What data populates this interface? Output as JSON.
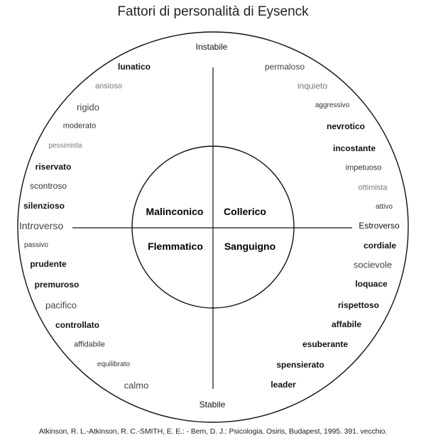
{
  "title": "Fattori di personalità di Eysenck",
  "poles": {
    "top": "Instabile",
    "bottom": "Stabile",
    "left": "Introverso",
    "right": "Estroverso"
  },
  "quadrants": {
    "top_left": "Malinconico",
    "top_right": "Collerico",
    "bottom_left": "Flemmatico",
    "bottom_right": "Sanguigno"
  },
  "traits": {
    "top_left": [
      "lunatico",
      "ansioso",
      "rigido",
      "moderato",
      "pessimista",
      "riservato",
      "scontroso",
      "silenzioso"
    ],
    "top_right": [
      "permaloso",
      "inquieto",
      "aggressivo",
      "nevrotico",
      "incostante",
      "impetuoso",
      "ottimista",
      "attivo"
    ],
    "bottom_left": [
      "passivo",
      "prudente",
      "premuroso",
      "pacifico",
      "controllato",
      "affidabile",
      "equilibrato",
      "calmo"
    ],
    "bottom_right": [
      "cordiale",
      "socievole",
      "loquace",
      "rispettoso",
      "affabile",
      "esuberante",
      "spensierato",
      "leader"
    ]
  },
  "source": "Atkinson, R. L.-Atkinson, R. C.-SMITH, E. E.: - Bem, D. J.: Psicologia. Osiris, Budapest, 1995. 391. vecchio."
}
